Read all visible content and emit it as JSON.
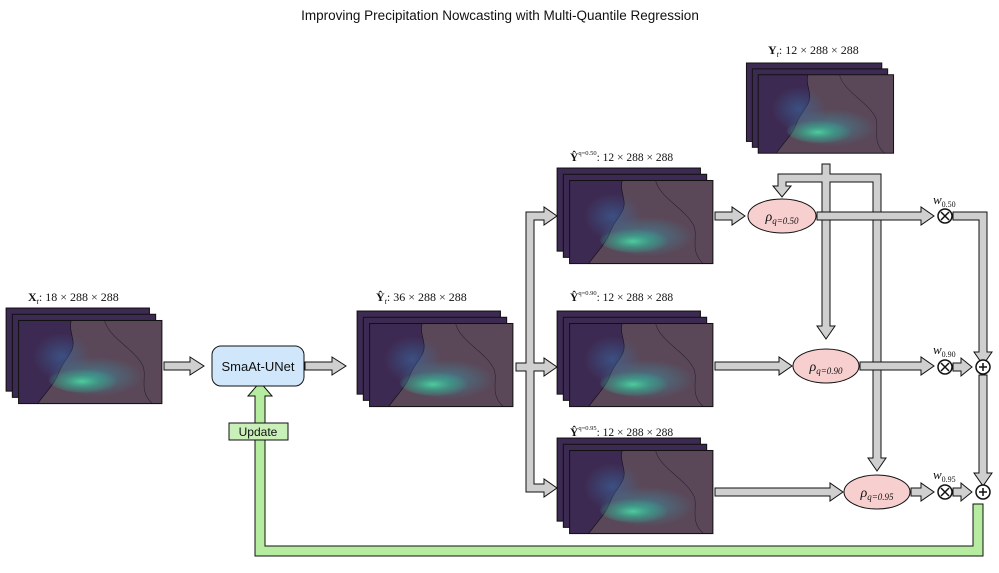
{
  "title": "Improving Precipitation Nowcasting with Multi-Quantile Regression",
  "input": {
    "symbol": "X",
    "subscript": "t",
    "shape": ": 18 × 288 × 288"
  },
  "model": {
    "label": "SmaAt-UNet"
  },
  "prediction": {
    "symbol": "Ŷ",
    "subscript": "t",
    "shape": ": 36 × 288 × 288"
  },
  "target": {
    "symbol": "Y",
    "subscript": "t",
    "shape": ": 12 × 288 × 288"
  },
  "update_label": "Update",
  "quantiles": [
    {
      "symbol": "Ŷ",
      "subscript": "t",
      "superscript": "q=0.50",
      "shape": ": 12 × 288 × 288",
      "loss_rho": "ρ",
      "loss_sub": "q=0.50",
      "weight": "w",
      "weight_sub": "0.50",
      "combine": "⊗"
    },
    {
      "symbol": "Ŷ",
      "subscript": "t",
      "superscript": "q=0.90",
      "shape": ": 12 × 288 × 288",
      "loss_rho": "ρ",
      "loss_sub": "q=0.90",
      "weight": "w",
      "weight_sub": "0.90",
      "combine": "⊗",
      "sum": "⊕"
    },
    {
      "symbol": "Ŷ",
      "subscript": "t",
      "superscript": "q=0.95",
      "shape": ": 12 × 288 × 288",
      "loss_rho": "ρ",
      "loss_sub": "q=0.95",
      "weight": "w",
      "weight_sub": "0.95",
      "combine": "⊗",
      "sum": "⊕"
    }
  ],
  "colors": {
    "model_fill": "#cfe6fb",
    "loss_fill": "#f8cfcf",
    "update_fill": "#c9f0b8",
    "feedback_arrow": "#b5ec9f",
    "arrow_fill": "#cfcfcf",
    "map_bg": "#3d2a52",
    "map_land": "#5c4b5a",
    "precip": "#3cbf90"
  }
}
